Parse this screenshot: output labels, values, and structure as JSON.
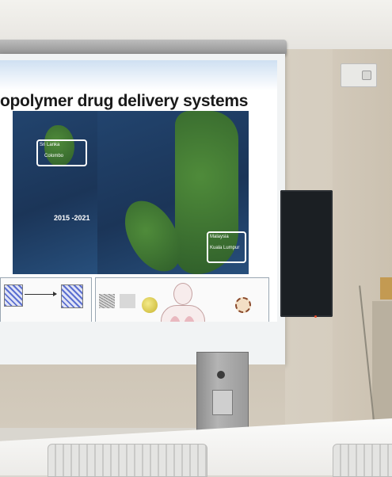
{
  "scene": {
    "type": "photo of a projected presentation slide in a lecture room"
  },
  "slide": {
    "title": "opolymer drug delivery systems",
    "map": {
      "dates": "2015 -2021",
      "labels": {
        "sri_lanka": "Sri Lanka",
        "colombo": "Colombo",
        "malaysia": "Malaysia",
        "kuala_lumpur": "Kuala Lumpur"
      }
    }
  }
}
